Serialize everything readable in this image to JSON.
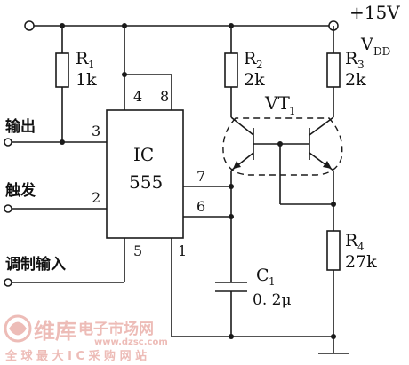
{
  "supply": {
    "voltage": "+15V",
    "name": "V",
    "sub": "DD"
  },
  "ic": {
    "name": "IC",
    "part": "555",
    "pins": {
      "p1": "1",
      "p2": "2",
      "p3": "3",
      "p4": "4",
      "p5": "5",
      "p6": "6",
      "p7": "7",
      "p8": "8"
    }
  },
  "r1": {
    "ref": "R",
    "idx": "1",
    "value": "1k"
  },
  "r2": {
    "ref": "R",
    "idx": "2",
    "value": "2k"
  },
  "r3": {
    "ref": "R",
    "idx": "3",
    "value": "2k"
  },
  "r4": {
    "ref": "R",
    "idx": "4",
    "value": "27k"
  },
  "c1": {
    "ref": "C",
    "idx": "1",
    "value": "0. 2μ"
  },
  "vt1": {
    "ref": "VT",
    "idx": "1"
  },
  "terminals": {
    "output": "输出",
    "trigger": "触发",
    "mod_input": "调制输入"
  },
  "watermark": {
    "brand": "维库",
    "tagline": "电子市场网",
    "url": "www.dzsc.com",
    "slogan": "全 球 最 大 I C 采 购 网 站"
  },
  "colors": {
    "ink": "#1a1a1a",
    "watermark": "#e8a6a0"
  }
}
